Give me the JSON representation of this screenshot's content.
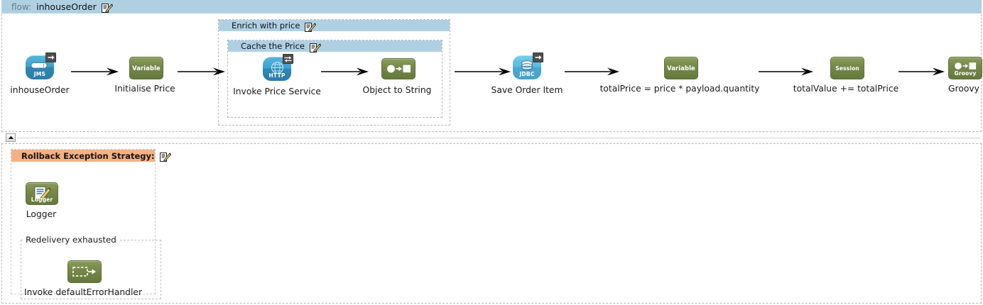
{
  "flow": {
    "keyword": "flow:",
    "name": "inhouseOrder",
    "edit_icon": "edit-pencil-icon"
  },
  "scopes": [
    {
      "id": "enrich",
      "title": "Enrich with price",
      "edit_icon": "edit-pencil-icon"
    },
    {
      "id": "cache",
      "title": "Cache the Price",
      "edit_icon": "edit-pencil-icon"
    }
  ],
  "nodes": [
    {
      "id": "inhouse-order",
      "label": "inhouseOrder",
      "icon": "jms-endpoint-icon",
      "icon_text": "JMS",
      "badge": "inbound-arrow-badge"
    },
    {
      "id": "initialise-price",
      "label": "Initialise Price",
      "icon": "variable-processor-icon",
      "icon_text": "Variable"
    },
    {
      "id": "invoke-price",
      "label": "Invoke Price Service",
      "icon": "http-endpoint-icon",
      "icon_text": "HTTP",
      "badge": "request-response-badge"
    },
    {
      "id": "object-to-string",
      "label": "Object to String",
      "icon": "transformer-icon"
    },
    {
      "id": "save-order-item",
      "label": "Save Order Item",
      "icon": "jdbc-endpoint-icon",
      "icon_text": "JDBC",
      "badge": "outbound-arrow-badge"
    },
    {
      "id": "total-price",
      "label": "totalPrice = price * payload.quantity",
      "icon": "variable-processor-icon",
      "icon_text": "Variable"
    },
    {
      "id": "total-value",
      "label": "totalValue += totalPrice",
      "icon": "session-processor-icon",
      "icon_text": "Session"
    },
    {
      "id": "groovy",
      "label": "Groovy",
      "icon": "groovy-transformer-icon",
      "icon_text": "Groovy"
    }
  ],
  "exception": {
    "title": "Rollback Exception Strategy:",
    "edit_icon": "edit-pencil-icon",
    "logger": {
      "label": "Logger",
      "icon": "logger-icon",
      "icon_text": "Logger"
    },
    "redelivery": {
      "label": "Redelivery exhausted",
      "node": {
        "label": "Invoke defaultErrorHandler",
        "icon": "flow-reference-icon"
      }
    }
  },
  "collapse": {
    "icon": "collapse-up-icon"
  },
  "colors": {
    "flow_header": "#afd0e3",
    "exception_header": "#f6b183",
    "endpoint_blue": "#3ca2d0",
    "endpoint_blue_light": "#5ab9e0",
    "processor_green": "#76894a",
    "canvas": "#ffffff",
    "dashed_border": "#b9b9b9"
  }
}
